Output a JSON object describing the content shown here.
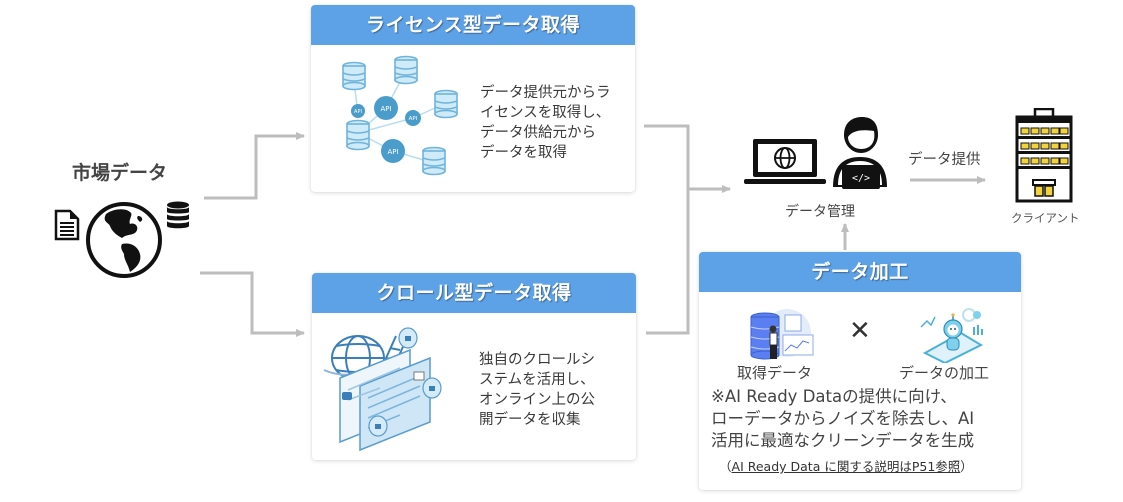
{
  "source": {
    "title": "市場データ",
    "icons": [
      "document-icon",
      "globe-icon",
      "database-icon"
    ]
  },
  "license_card": {
    "title": "ライセンス型データ取得",
    "description_lines": [
      "データ提供元からラ",
      "イセンスを取得し、",
      "データ供給元から",
      "データを取得"
    ],
    "illustration": {
      "api_labels": [
        "API",
        "API",
        "API",
        "API"
      ]
    }
  },
  "crawl_card": {
    "title": "クロール型データ取得",
    "description_lines": [
      "独自のクロールシ",
      "ステムを活用し、",
      "オンライン上の公",
      "開データを収集"
    ]
  },
  "management": {
    "label": "データ管理",
    "icons": [
      "laptop-globe-icon",
      "developer-icon"
    ],
    "code_glyph": "</>"
  },
  "provision": {
    "arrow_label": "データ提供",
    "client_label": "クライアント"
  },
  "processing_card": {
    "title": "データ加工",
    "left_label": "取得データ",
    "times_symbol": "✕",
    "right_label": "データの加工",
    "note_lines": [
      "※AI Ready Dataの提供に向け、",
      "ローデータからノイズを除去し、AI",
      "活用に最適なクリーンデータを生成"
    ],
    "reference_open": "（",
    "reference_link": "AI Ready Data に関する説明はP51参照",
    "reference_close": "）"
  },
  "colors": {
    "header_blue": "#5da1e6",
    "connector_gray": "#bdbdbd",
    "illustration_blue": "#5aa9d6",
    "building_yellow": "#f3d33c"
  }
}
